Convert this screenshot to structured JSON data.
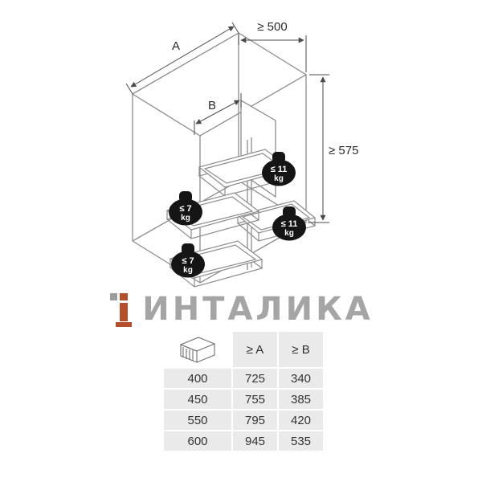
{
  "diagram": {
    "dim_depth": "≥ 500",
    "dim_height": "≥ 575",
    "dim_width_label": "A",
    "dim_inner_label": "B",
    "weights": [
      {
        "value": "≤ 11",
        "unit": "kg"
      },
      {
        "value": "≤ 7",
        "unit": "kg"
      },
      {
        "value": "≤ 11",
        "unit": "kg"
      },
      {
        "value": "≤ 7",
        "unit": "kg"
      }
    ]
  },
  "logo": {
    "brand": "ИНТАЛИКА"
  },
  "icons": {
    "logo_mark": "brand-i-column-mark",
    "table_header_icon": "cabinet-pictogram"
  },
  "dimensions_table": {
    "col_a": "≥ A",
    "col_b": "≥ B",
    "rows": [
      {
        "size": "400",
        "a": "725",
        "b": "340"
      },
      {
        "size": "450",
        "a": "755",
        "b": "385"
      },
      {
        "size": "550",
        "a": "795",
        "b": "420"
      },
      {
        "size": "600",
        "a": "945",
        "b": "535"
      }
    ]
  },
  "colors": {
    "brand_orange": "#b44f2b",
    "logo_gray": "#a5a5a5",
    "badge_black": "#151515",
    "line_gray": "#8d8d8d",
    "table_row_bg": "#eaeaea"
  }
}
